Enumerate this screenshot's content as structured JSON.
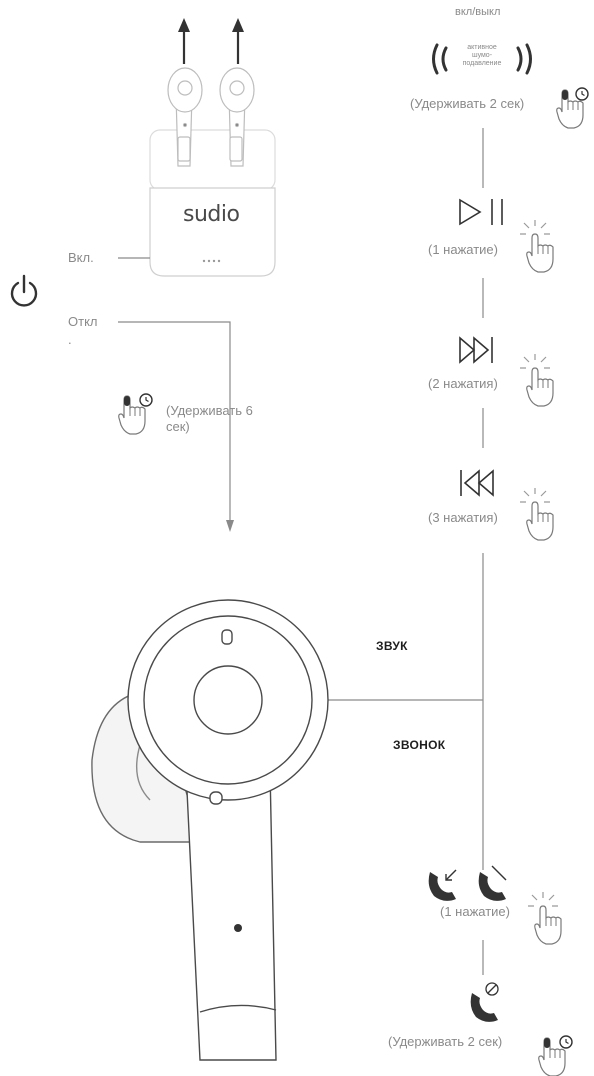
{
  "top": {
    "toggle_label": "вкл/выкл"
  },
  "anc": {
    "line1": "активное",
    "line2": "шумо-",
    "line3": "подавление",
    "hold_label": "(Удерживать 2 сек)"
  },
  "case": {
    "brand": "sudio",
    "on_label": "Вкл.",
    "off_label": "Откл",
    "off_dot": ".",
    "hold_line1": "(Удерживать 6",
    "hold_line2": "сек)"
  },
  "controls": {
    "play_pause": {
      "label": "(1 нажатие)",
      "icon": "play-pause-icon"
    },
    "next": {
      "label": "(2 нажатия)",
      "icon": "next-track-icon"
    },
    "previous": {
      "label": "(3 нажатия)",
      "icon": "previous-track-icon"
    }
  },
  "sections": {
    "sound": "ЗВУК",
    "call": "ЗВОНОК"
  },
  "call": {
    "answer_end_label": "(1 нажатие)",
    "reject_label": "(Удерживать 2 сек)"
  },
  "colors": {
    "line": "#8a8a8a",
    "text": "#8a8a8a",
    "heading": "#1e1e1e",
    "device": "#cfcfcf"
  }
}
